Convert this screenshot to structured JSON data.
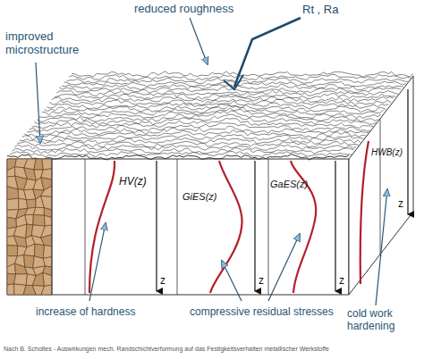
{
  "diagram": {
    "labels": [
      "reduced roughness",
      "Rt , Ra",
      "improved microstructure",
      "HV(z)",
      "z",
      "GiES(z)",
      "z",
      "GaES(z)",
      "z",
      "HWB(z)",
      "z",
      "cold work hardening",
      "increase of hardness",
      "compressive residual stresses",
      "Nach B. Scholtes - Auswirkungen mech. Randschichtverformung auf das Festigkeitsverhalten metallischer Werkstoffe"
    ]
  }
}
